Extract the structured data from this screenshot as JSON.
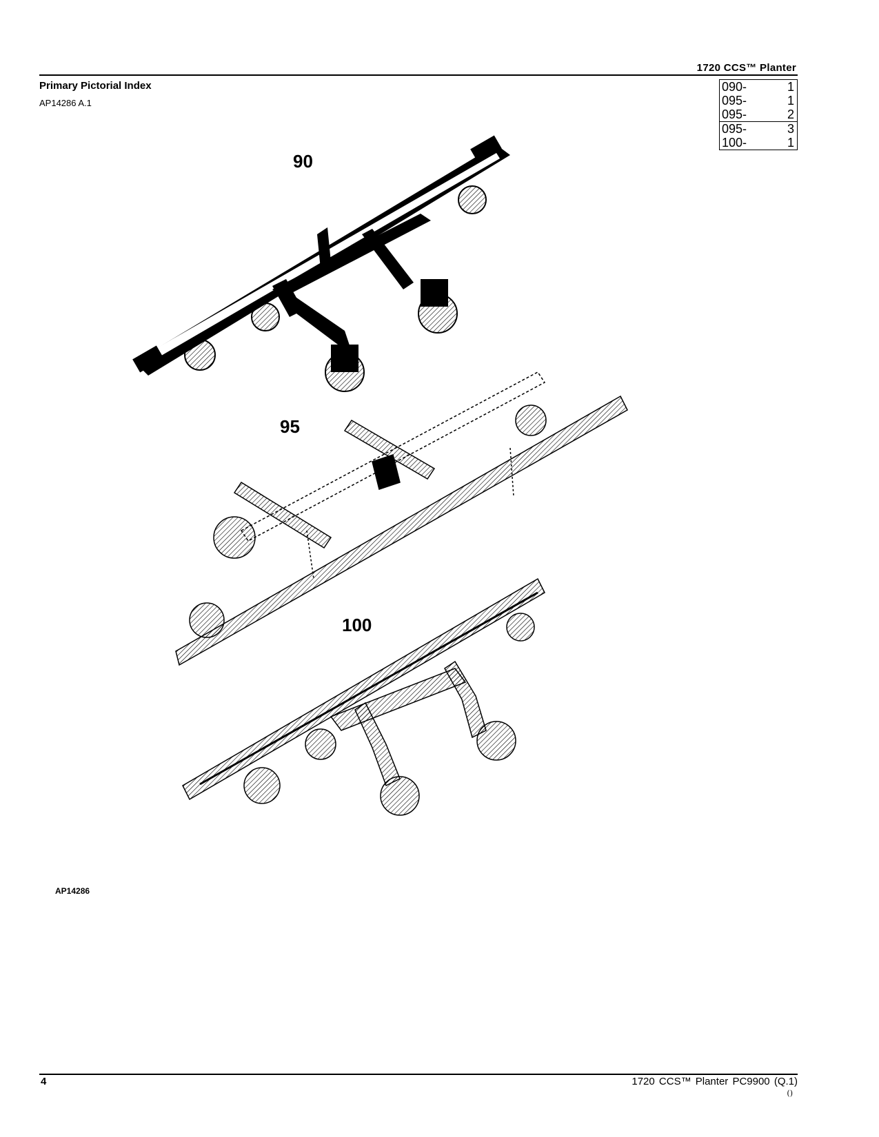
{
  "header": {
    "title": "1720 CCS™ Planter"
  },
  "section": {
    "title": "Primary Pictorial Index",
    "ref": "AP14286 A.1"
  },
  "page_index": [
    [
      {
        "group": "090-",
        "page": "1"
      },
      {
        "group": "095-",
        "page": "1"
      },
      {
        "group": "095-",
        "page": "2"
      }
    ],
    [
      {
        "group": "095-",
        "page": "3"
      },
      {
        "group": "100-",
        "page": "1"
      }
    ]
  ],
  "callouts": {
    "c90": "90",
    "c95": "95",
    "c100": "100"
  },
  "figure_ref": "AP14286",
  "footer": {
    "page_number": "4",
    "doc": "1720 CCS™ Planter   PC9900   (Q.1)",
    "mark": "()"
  }
}
